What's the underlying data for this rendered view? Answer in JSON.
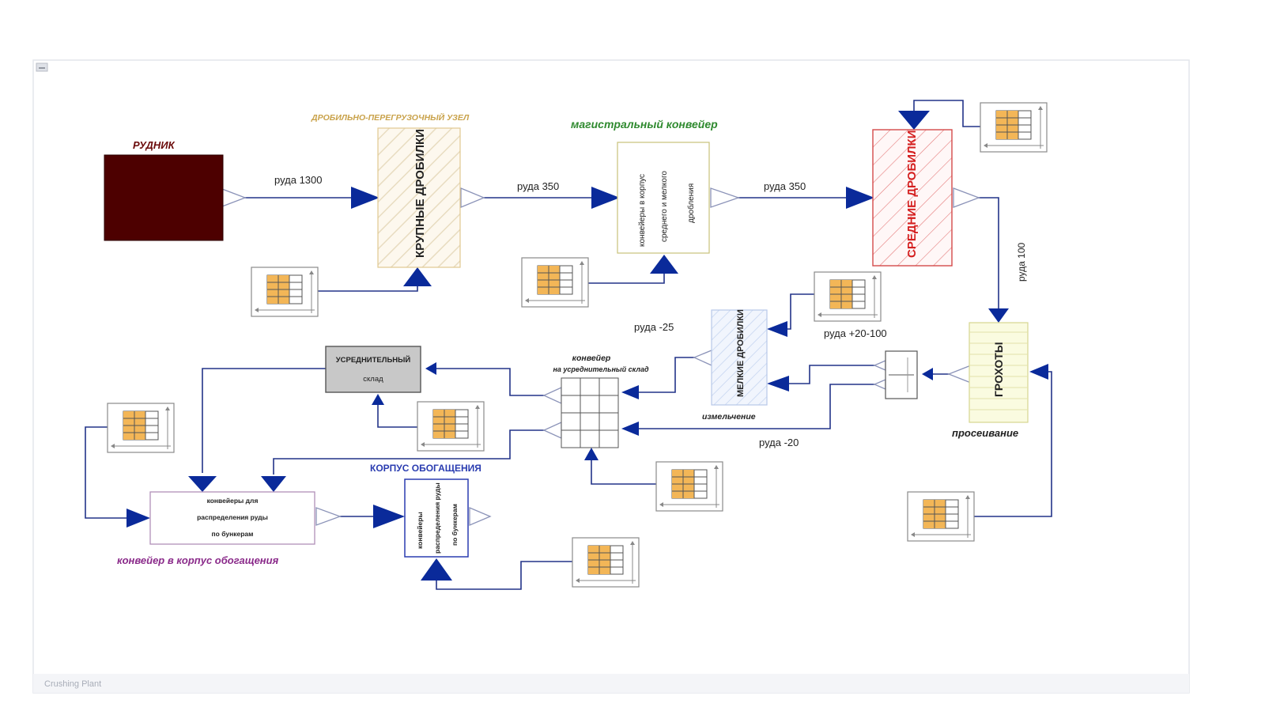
{
  "window": {
    "tab_icon": "window-minimize-icon",
    "status_text": "Crushing Plant"
  },
  "labels": {
    "rudnik": "РУДНИК",
    "zone_crushing": "ДРОБИЛЬНО-ПЕРЕГРУЗОЧНЫЙ УЗЕЛ",
    "zone_main_conveyor": "магистральный конвейер",
    "coarse_crushers": "КРУПНЫЕ ДРОБИЛКИ",
    "conveyor_to_building_l1": "конвейеры в корпус",
    "conveyor_to_building_l2": "среднего и мелкого",
    "conveyor_to_building_l3": "дробления",
    "medium_crushers": "СРЕДНИЕ ДРОБИЛКИ",
    "ruda_1300": "руда 1300",
    "ruda_350_a": "руда 350",
    "ruda_350_b": "руда 350",
    "ruda_100": "руда 100",
    "screens": "ГРОХОТЫ",
    "screening": "просеивание",
    "fine_crushers": "МЕЛКИЕ ДРОБИЛКИ",
    "grinding": "измельчение",
    "ruda_minus25": "руда -25",
    "ruda_20_100": "руда +20-100",
    "ruda_minus20": "руда -20",
    "averaging_l1": "УСРЕДНИТЕЛЬНЫЙ",
    "averaging_l2": "склад",
    "conveyor_stock_l1": "конвейер",
    "conveyor_stock_l2": "на усреднительный склад",
    "enrichment_building": "КОРПУС ОБОГАЩЕНИЯ",
    "distrib_l1": "конвейеры для",
    "distrib_l2": "распределения руды",
    "distrib_l3": "по бункерам",
    "conveyor_enrich": "конвейер в корпус обогащения",
    "bunker_l1": "конвейеры",
    "bunker_l2": "распределения руды",
    "bunker_l3": "по бункерам"
  },
  "colors": {
    "rudnik_fill": "#4d0000",
    "arrow": "#0a2a9a",
    "line": "#223388",
    "label_dark": "#222222",
    "zone_crushing": "#c9a24a",
    "zone_main": "#2f8a2f",
    "medium_red": "#d42020",
    "enrichment": "#2a3cb0",
    "purple": "#8a2a8a",
    "screen_fill": "#fafbe0",
    "averaging_fill": "#c8c8c8",
    "table_fill": "#f3b657"
  }
}
